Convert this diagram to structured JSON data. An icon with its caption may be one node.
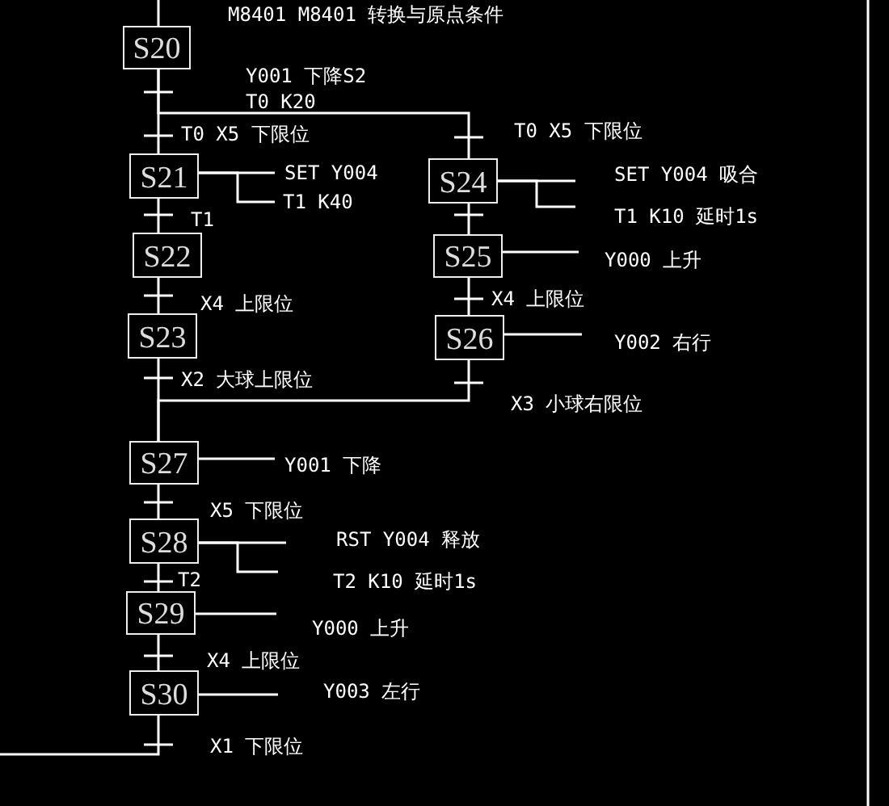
{
  "diagram": {
    "nodes": [
      {
        "text": [
          "S20"
        ]
      },
      {
        "text": [
          "S21"
        ]
      },
      {
        "text": [
          "S22"
        ]
      },
      {
        "text": [
          "S23"
        ]
      },
      {
        "text": [
          "S24"
        ]
      },
      {
        "text": [
          "S25"
        ]
      },
      {
        "text": [
          "S26"
        ]
      },
      {
        "text": [
          "S27"
        ]
      },
      {
        "text": [
          "S28"
        ]
      },
      {
        "text": [
          "S29"
        ]
      },
      {
        "text": [
          "S30"
        ]
      },
      {
        "text": [
          "SET Y004"
        ]
      },
      {
        "text": [
          "T1 K40"
        ]
      },
      {
        "text": [
          "SET Y004 吸合"
        ]
      },
      {
        "text": [
          "T1 K10 延时1s"
        ]
      },
      {
        "text": [
          "Y000 上升"
        ]
      },
      {
        "text": [
          "Y002 右行"
        ]
      },
      {
        "text": [
          "Y001 下降"
        ]
      },
      {
        "text": [
          "RST Y004 释放"
        ]
      },
      {
        "text": [
          "T2 K10 延时1s"
        ]
      },
      {
        "text": [
          "Y000 上升"
        ]
      },
      {
        "text": [
          "Y003 左行"
        ]
      }
    ],
    "edges": [
      {
        "from": null,
        "to": 0,
        "arrow": "none"
      },
      {
        "from": 0,
        "to": 1,
        "arrow": "none",
        "label": "T0 X5 下限位"
      },
      {
        "from": 0,
        "to": 4,
        "arrow": "none",
        "label": "T0 X5 下限位"
      },
      {
        "from": 1,
        "to": 2,
        "arrow": "none",
        "label": "T1"
      },
      {
        "from": 2,
        "to": 3,
        "arrow": "none",
        "label": "X4 上限位"
      },
      {
        "from": 3,
        "to": 7,
        "arrow": "none",
        "label": "X2 大球上限位"
      },
      {
        "from": 4,
        "to": 5,
        "arrow": "none"
      },
      {
        "from": 5,
        "to": 6,
        "arrow": "none",
        "label": "X4 上限位"
      },
      {
        "from": 6,
        "to": 7,
        "arrow": "none",
        "label": "X3 小球右限位"
      },
      {
        "from": 7,
        "to": 8,
        "arrow": "none",
        "label": "X5 下限位"
      },
      {
        "from": 8,
        "to": 9,
        "arrow": "none",
        "label": "T2"
      },
      {
        "from": 9,
        "to": 10,
        "arrow": "none",
        "label": "X4 上限位"
      },
      {
        "from": 10,
        "to": null,
        "arrow": "none",
        "label": "X1 下限位"
      },
      {
        "from": 1,
        "to": 11,
        "arrow": "none"
      },
      {
        "from": 1,
        "to": 12,
        "arrow": "none"
      },
      {
        "from": 4,
        "to": 13,
        "arrow": "none"
      },
      {
        "from": 4,
        "to": 14,
        "arrow": "none"
      },
      {
        "from": 5,
        "to": 15,
        "arrow": "none"
      },
      {
        "from": 6,
        "to": 16,
        "arrow": "none"
      },
      {
        "from": 7,
        "to": 17,
        "arrow": "none"
      },
      {
        "from": 8,
        "to": 18,
        "arrow": "none"
      },
      {
        "from": 8,
        "to": 19,
        "arrow": "none"
      },
      {
        "from": 9,
        "to": 20,
        "arrow": "none"
      },
      {
        "from": 10,
        "to": 21,
        "arrow": "none"
      }
    ],
    "labels": [
      "M8401 M8401 转换与原点条件",
      "Y001 下降S2",
      "T0 K20"
    ]
  }
}
